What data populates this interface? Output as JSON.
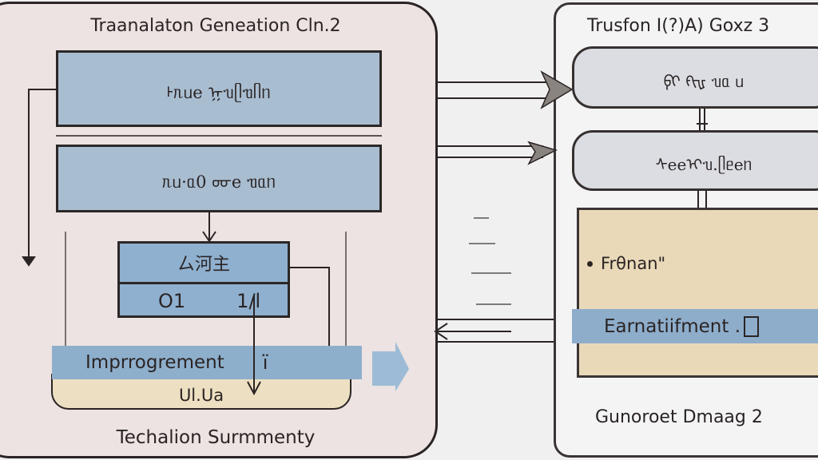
{
  "left_panel": {
    "title": "Traanalaton Geneation Cln.2",
    "box1_text": "ᡰᥰᥙe ᡍᥔᥫᥓᥥᥒ",
    "box2_text": "ᥰᥙ·ᥲ0 ᡂe ᥓᥲᥒ",
    "box3_top_text": "ㄙ河主",
    "box3_bottom_left": "O1",
    "box3_bottom_right": "1/l",
    "band_text": "Imprrogrement",
    "band_symbol": "ï",
    "beige_text": "Ul.Ua",
    "footer": "Techalion Surmmenty"
  },
  "right_panel": {
    "title": "Trusfon I(?)A) Goxz 3",
    "box_a_text": "ᠹᡳ ᡍᡳᡁ ᥔᥲ ᥙ",
    "box_b_text": "ᠰeeᡳᥔ.ᥫᥱeᥒ",
    "bullet_text": "Frθnan\"",
    "band_text": "Earnatiifment .",
    "footer": "Gunoroet Dmaag 2"
  },
  "colors": {
    "box_blue": "#a9bdd1",
    "band_blue": "#8eafcc",
    "beige": "#ead9b9",
    "pill_gray": "#dcdde3",
    "outline": "#2b2424"
  }
}
